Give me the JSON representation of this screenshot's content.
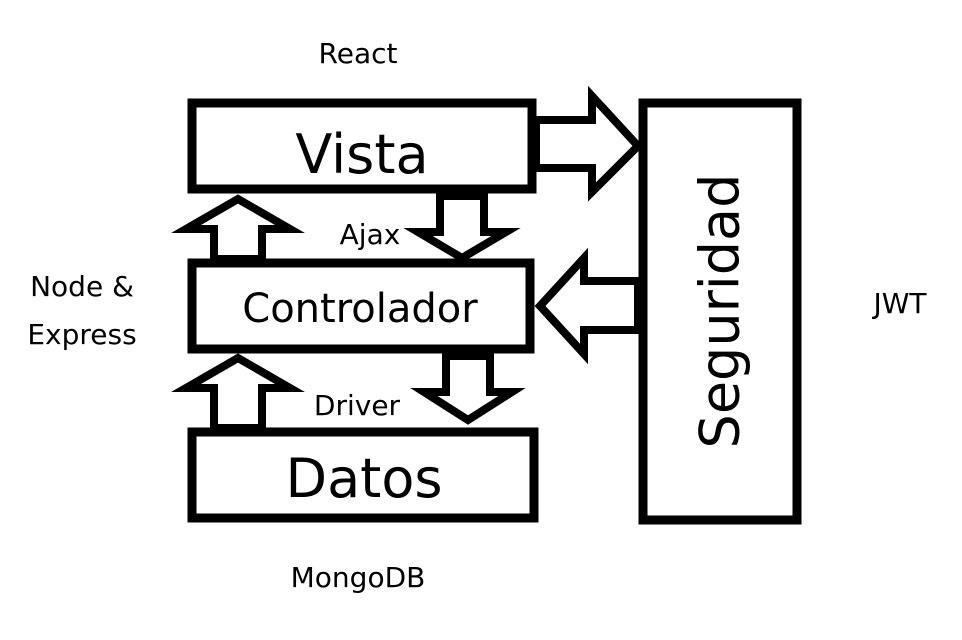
{
  "layers": {
    "vista": "Vista",
    "controlador": "Controlador",
    "datos": "Datos",
    "seguridad": "Seguridad"
  },
  "technologies": {
    "react": "React",
    "node_line1": "Node &",
    "node_line2": "Express",
    "mongodb": "MongoDB",
    "jwt": "JWT"
  },
  "connections": {
    "ajax": "Ajax",
    "driver": "Driver"
  }
}
